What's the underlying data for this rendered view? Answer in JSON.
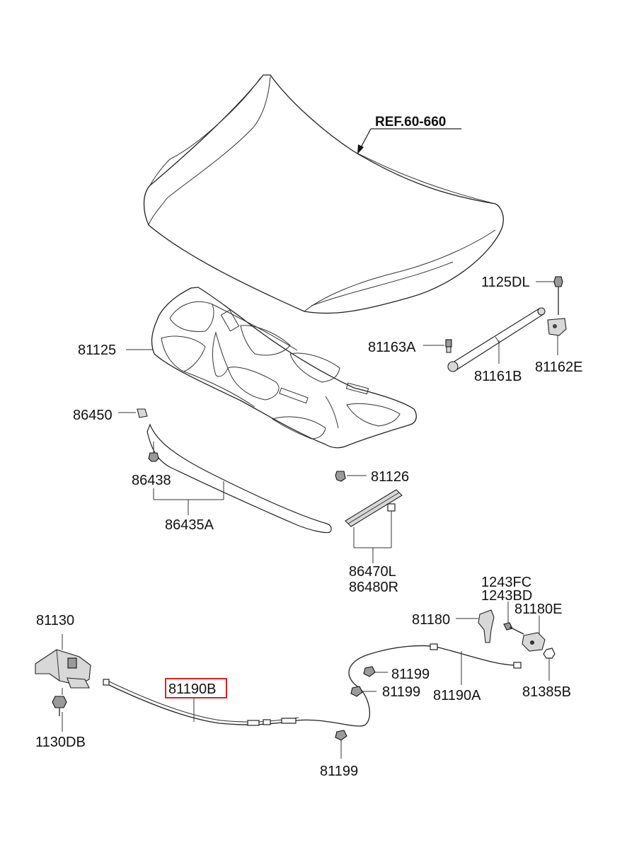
{
  "diagram": {
    "reference": "REF.60-660",
    "highlight_color": "#e02020",
    "labels": {
      "p1125DL": "1125DL",
      "p81125": "81125",
      "p81163A": "81163A",
      "p81161B": "81161B",
      "p81162E": "81162E",
      "p86450": "86450",
      "p86438": "86438",
      "p81126": "81126",
      "p86435A": "86435A",
      "p86470L": "86470L",
      "p86480R": "86480R",
      "p1243FC": "1243FC",
      "p1243BD": "1243BD",
      "p81130": "81130",
      "p81180": "81180",
      "p81180E": "81180E",
      "p81190B": "81190B",
      "p81199a": "81199",
      "p81199b": "81199",
      "p81190A": "81190A",
      "p81385B": "81385B",
      "p1130DB": "1130DB",
      "p81199c": "81199"
    }
  }
}
